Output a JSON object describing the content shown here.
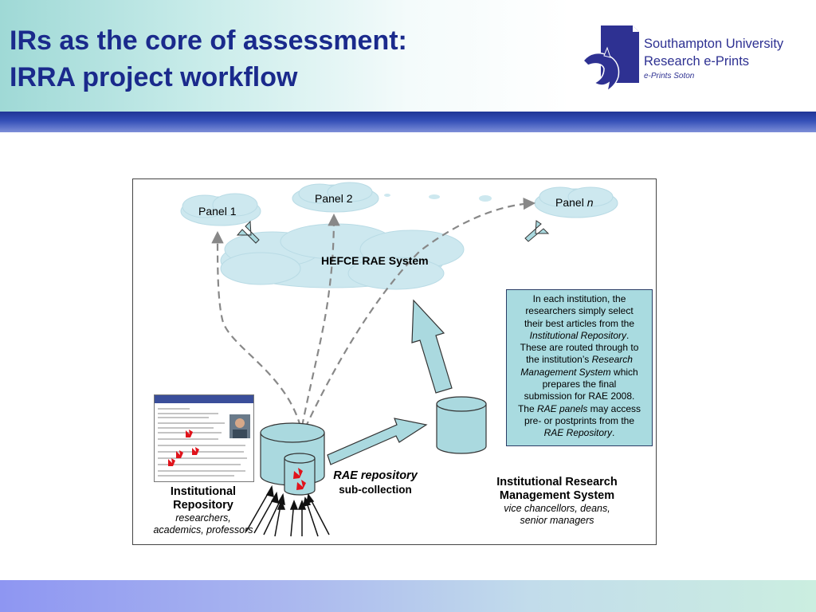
{
  "slide": {
    "title_line1": "IRs as the core of assessment:",
    "title_line2": "IRRA project workflow"
  },
  "logo": {
    "line1": "Southampton University",
    "line2": "Research e-Prints",
    "line3": "e-Prints Soton",
    "icon": "dolphin-document-icon"
  },
  "diagram": {
    "panel1": "Panel 1",
    "panel2": "Panel 2",
    "paneln_label": "Panel",
    "paneln_var": "n",
    "hefce": "HEFCE RAE System",
    "note_lines": [
      [
        "In each institution, the"
      ],
      [
        "researchers simply select"
      ],
      [
        "their best articles from the"
      ],
      [
        {
          "i": "Institutional Repository"
        },
        "."
      ],
      [
        "These are routed through to"
      ],
      [
        "the institution’s ",
        {
          "i": "Research"
        }
      ],
      [
        {
          "i": "Management System"
        },
        " which"
      ],
      [
        "prepares the final"
      ],
      [
        "submission for RAE 2008."
      ],
      [
        "The ",
        {
          "i": "RAE panels"
        },
        " may access"
      ],
      [
        "pre- or postprints from the"
      ],
      [
        {
          "i": "RAE Repository"
        },
        "."
      ]
    ],
    "ir_title1": "Institutional",
    "ir_title2": "Repository",
    "ir_sub1": "researchers,",
    "ir_sub2": "academics, professors",
    "rae_repo1": "RAE repository",
    "rae_repo2": "sub-collection",
    "irms_title1": "Institutional Research",
    "irms_title2": "Management System",
    "irms_sub1": "vice chancellors, deans,",
    "irms_sub2": "senior managers"
  }
}
